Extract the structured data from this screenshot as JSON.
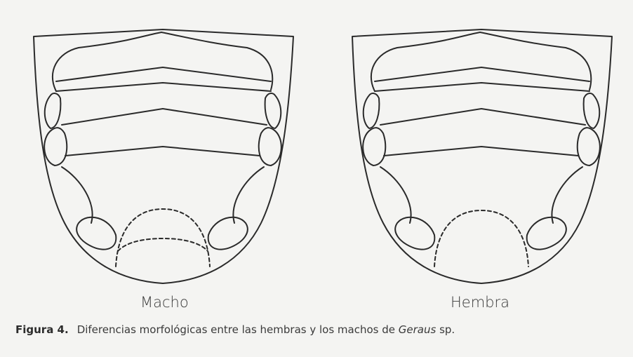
{
  "figure": {
    "panels": [
      {
        "id": "male",
        "label": "Macho"
      },
      {
        "id": "female",
        "label": "Hembra"
      }
    ],
    "caption": {
      "tag": "Figura 4.",
      "text_before": "Diferencias morfológicas entre las hembras y los machos de ",
      "genus": "Geraus",
      "text_after": " sp."
    }
  }
}
